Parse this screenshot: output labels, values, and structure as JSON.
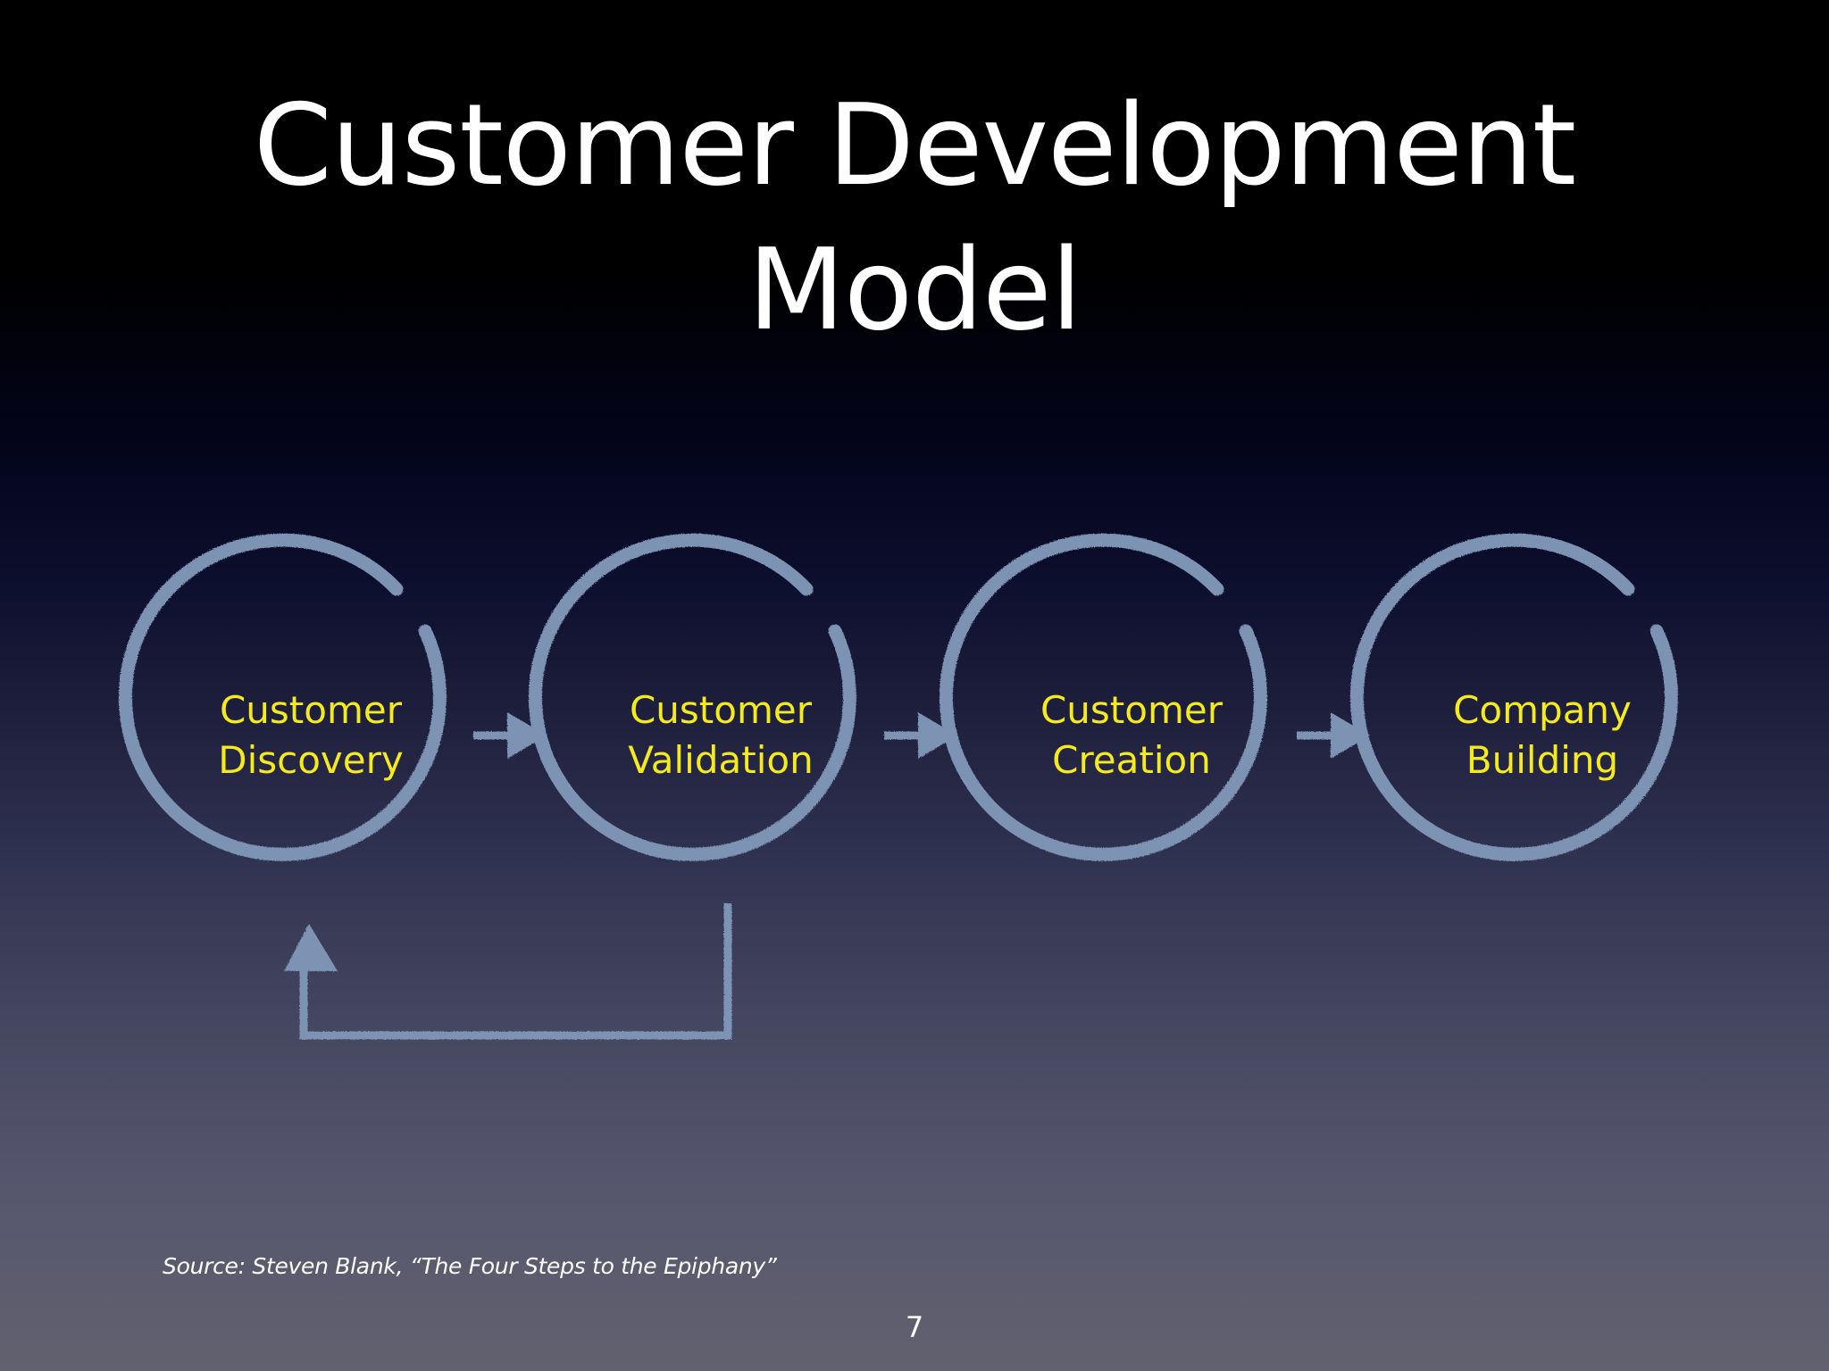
{
  "slide": {
    "title_line1": "Customer Development",
    "title_line2": "Model",
    "source": "Source: Steven Blank, “The Four Steps to the Epiphany”",
    "page_number": "7"
  },
  "diagram": {
    "stages": [
      {
        "line1": "Customer",
        "line2": "Discovery"
      },
      {
        "line1": "Customer",
        "line2": "Validation"
      },
      {
        "line1": "Customer",
        "line2": "Creation"
      },
      {
        "line1": "Company",
        "line2": "Building"
      }
    ],
    "colors": {
      "ring": "#7b93b4",
      "label": "#f5ea1c",
      "text": "#ffffff"
    }
  }
}
